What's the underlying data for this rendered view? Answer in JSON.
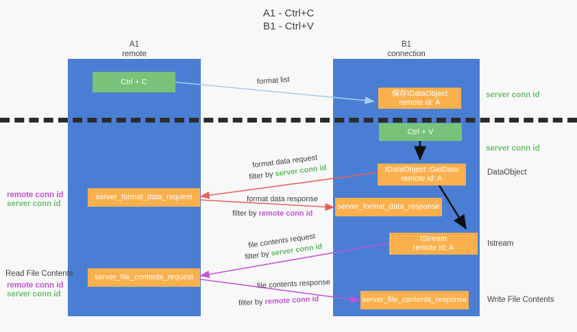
{
  "title": {
    "line1": "A1 - Ctrl+C",
    "line2": "B1 - Ctrl+V"
  },
  "colors": {
    "lane": "#4a7ed4",
    "green_box": "#78c379",
    "orange_box": "#fbb04d",
    "server_conn_id": "#6bbf70",
    "remote_conn_id": "#c253d6",
    "arrow_format_list": "#a8cdf0",
    "arrow_format_data": "#e8615c",
    "arrow_file_contents": "#c253d6",
    "arrow_internal": "#111111",
    "divider": "#2b2b2b",
    "background": "#f8f8f8"
  },
  "columns": [
    {
      "id": "a1",
      "title": "A1",
      "subtitle": "remote"
    },
    {
      "id": "b1",
      "title": "B1",
      "subtitle": "connection"
    }
  ],
  "boxes": {
    "ctrl_c": {
      "label": "Ctrl + C",
      "style": "green"
    },
    "save_idataobject": {
      "label": "保存IDataObject",
      "sub": "remote id: A",
      "style": "orange"
    },
    "ctrl_v": {
      "label": "Ctrl + V",
      "style": "green"
    },
    "idataobject_getdata": {
      "label": "IDataObject::GetData",
      "sub": "remote id: A",
      "style": "orange"
    },
    "server_format_data_request": {
      "label": "server_format_data_request",
      "style": "orange"
    },
    "server_format_data_response": {
      "label": "server_format_data_response",
      "style": "orange"
    },
    "istream": {
      "label": "IStream",
      "sub": "remote id: A",
      "style": "orange"
    },
    "server_file_contents_request": {
      "label": "server_file_contents_request",
      "style": "orange"
    },
    "server_file_contents_response": {
      "label": "server_file_contents_response",
      "style": "orange"
    }
  },
  "arrow_labels": {
    "format_list": {
      "text": "format list"
    },
    "format_data_request": {
      "text": "format data request"
    },
    "format_data_request_filter": {
      "prefix": "filter by ",
      "value": "server conn id",
      "value_color": "server"
    },
    "format_data_response": {
      "text": "format data response"
    },
    "format_data_response_filter": {
      "prefix": "filter by ",
      "value": "remote conn id",
      "value_color": "remote"
    },
    "file_contents_request": {
      "text": "file contents request"
    },
    "file_contents_request_filter": {
      "prefix": "filter by ",
      "value": "server conn id",
      "value_color": "server"
    },
    "file_contents_response": {
      "text": "file contents response"
    },
    "file_contents_response_filter": {
      "prefix": "filter by ",
      "value": "remote conn id",
      "value_color": "remote"
    }
  },
  "right_labels": [
    {
      "id": "r-server-conn-id-1",
      "text": "server conn id",
      "color": "server"
    },
    {
      "id": "r-server-conn-id-2",
      "text": "server conn id",
      "color": "server"
    },
    {
      "id": "r-dataobject",
      "text": "DataObject",
      "color": "dark"
    },
    {
      "id": "r-istream",
      "text": "Istream",
      "color": "dark"
    },
    {
      "id": "r-write-file",
      "text": "Write File Contents",
      "color": "dark"
    }
  ],
  "left_labels": {
    "group_format": {
      "remote": "remote conn id",
      "server": "server conn id"
    },
    "read_file_contents": "Read File Contents",
    "group_file": {
      "remote": "remote conn id",
      "server": "server conn id"
    }
  }
}
